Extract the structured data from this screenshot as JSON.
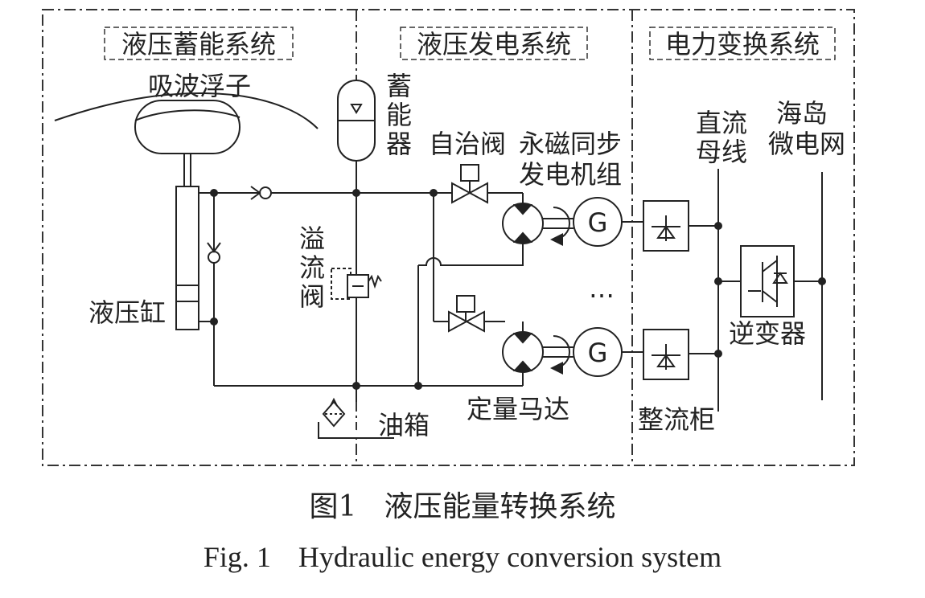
{
  "sections": {
    "storage": "液压蓄能系统",
    "generation": "液压发电系统",
    "conversion": "电力变换系统"
  },
  "labels": {
    "float": "吸波浮子",
    "cylinder": "液压缸",
    "accumulator": [
      "蓄",
      "能",
      "器"
    ],
    "relief_valve": [
      "溢",
      "流",
      "阀"
    ],
    "tank": "油箱",
    "auto_valve": "自治阀",
    "pmsg_line1": "永磁同步",
    "pmsg_line2": "发电机组",
    "generator_symbol": "G",
    "ellipsis": "…",
    "motor": "定量马达",
    "dc_bus_line1": "直流",
    "dc_bus_line2": "母线",
    "microgrid_line1": "海岛",
    "microgrid_line2": "微电网",
    "rectifier": "整流柜",
    "inverter": "逆变器"
  },
  "caption": {
    "zh_number": "图1",
    "zh_title": "液压能量转换系统",
    "en_number": "Fig. 1",
    "en_title": "Hydraulic energy conversion system"
  }
}
